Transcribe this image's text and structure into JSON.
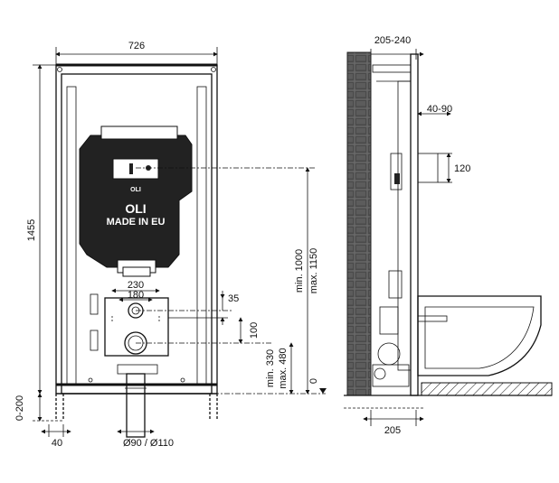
{
  "front_view": {
    "width": "726",
    "height": "1455",
    "floor_adjust": "0-200",
    "foot_offset": "40",
    "brand": "OLI",
    "tank_label": "MADE IN EU",
    "tank_badge": "OLI",
    "outlet_spacing_outer": "230",
    "outlet_spacing_inner": "180",
    "inlet_height": "35",
    "outlet_vertical": "100",
    "outlet_height": "min. 330\nmax. 480",
    "outlet_height_min": "min. 330",
    "outlet_height_max": "max. 480",
    "button_height_min": "min. 1000",
    "button_height_max": "max. 1150",
    "floor_level": "0",
    "pipe_diameter": "Ø90 / Ø110"
  },
  "side_view": {
    "depth": "205-240",
    "bracket_depth": "40-90",
    "bracket_height": "120",
    "base_depth": "205"
  },
  "colors": {
    "line": "#111111",
    "tank": "#222222",
    "wall_hatch": "#555555",
    "background": "#ffffff"
  }
}
